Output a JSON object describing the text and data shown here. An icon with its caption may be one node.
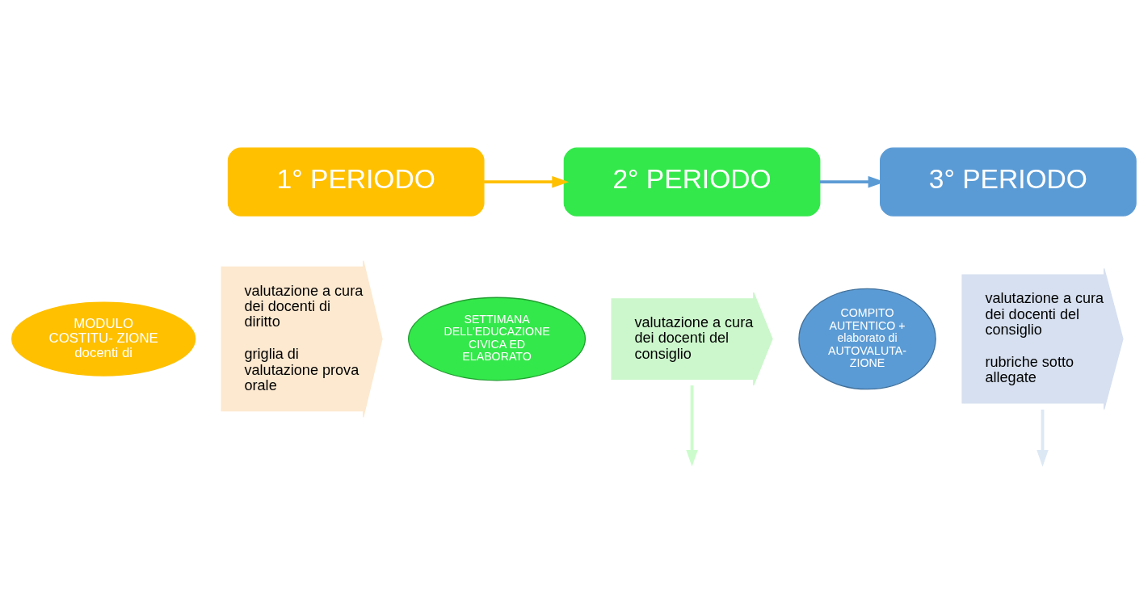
{
  "diagram": {
    "nodes": [
      {
        "text": [
          "1° PERIODO"
        ]
      },
      {
        "text": [
          "2° PERIODO"
        ]
      },
      {
        "text": [
          "3° PERIODO"
        ]
      },
      {
        "text": [
          "valutazione a cura dei docenti di diritto",
          "griglia di valutazione prova orale"
        ]
      },
      {
        "text": [
          "MODULO COSTITU- ZIONE docenti di"
        ]
      },
      {
        "text": [
          "valutazione a cura dei docenti del consiglio"
        ]
      },
      {
        "text": [
          "SETTIMANA DELL'EDUCAZIONE CIVICA ED ELABORATO"
        ]
      },
      {
        "text": [
          "valutazione a cura dei docenti del consiglio",
          "rubriche sotto allegate"
        ]
      },
      {
        "text": [
          "COMPITO AUTENTICO + elaborato di AUTOVALUTA- ZIONE"
        ]
      }
    ],
    "edges": [
      {
        "from": 0,
        "to": 1,
        "arrow": "to",
        "color": "#ffc000"
      },
      {
        "from": 1,
        "to": 2,
        "arrow": "to",
        "color": "#5b9bd5"
      },
      {
        "from": 5,
        "to": null,
        "arrow": "to",
        "color": "#ccfccc"
      },
      {
        "from": 7,
        "to": null,
        "arrow": "to",
        "color": "#dde8f5"
      }
    ]
  }
}
